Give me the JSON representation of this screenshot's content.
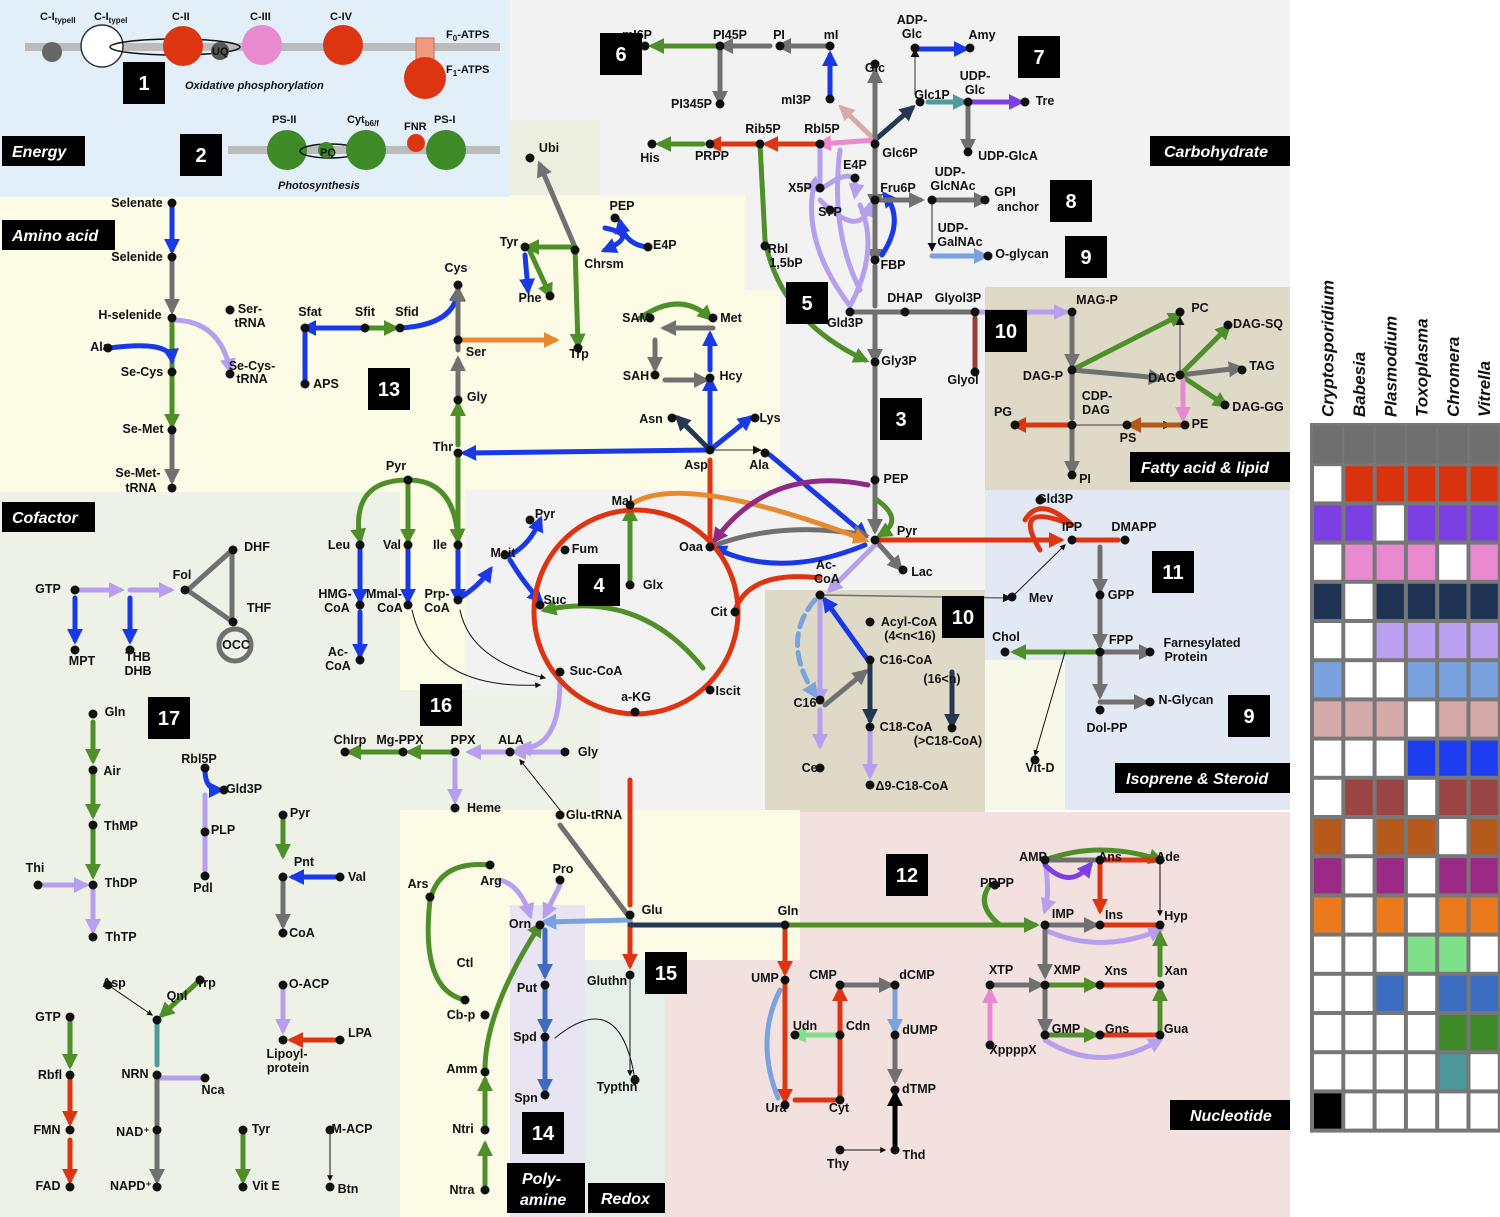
{
  "categories": {
    "energy": "Energy",
    "carbohydrate": "Carbohydrate",
    "amino_acid": "Amino acid",
    "fatty_acid_lipid": "Fatty acid & lipid",
    "cofactor": "Cofactor",
    "isoprene_steroid": "Isoprene & Steroid",
    "nucleotide": "Nucleotide",
    "polyamine_1": "Poly-",
    "polyamine_2": "amine",
    "redox": "Redox"
  },
  "energy": {
    "oxphos_title": "Oxidative phosphorylation",
    "photo_title": "Photosynthesis",
    "c1_typeII": "C-I",
    "c1_typeII_sub": "typeII",
    "c1_typeI": "C-I",
    "c1_typeI_sub": "typeI",
    "c2": "C-II",
    "c3": "C-III",
    "c4": "C-IV",
    "uq": "UQ",
    "f0": "F",
    "f0_sub": "0",
    "f0_suffix": "-ATPS",
    "f1": "F",
    "f1_sub": "1",
    "f1_suffix": "-ATPS",
    "ps2": "PS-II",
    "cyt": "Cyt",
    "cyt_sub": "b6/f",
    "pq": "PQ",
    "fnr": "FNR",
    "ps1": "PS-I"
  },
  "pathway_numbers": [
    "1",
    "2",
    "3",
    "4",
    "5",
    "6",
    "7",
    "8",
    "9",
    "9",
    "10",
    "10",
    "11",
    "12",
    "13",
    "14",
    "15",
    "16",
    "17"
  ],
  "metabolites": {
    "mI6P": "mI6P",
    "PI45P": "PI45P",
    "PI": "PI",
    "mI": "mI",
    "PI345P": "PI345P",
    "mI3P": "mI3P",
    "ADPGlc1": "ADP-",
    "ADPGlc2": "Glc",
    "Amy": "Amy",
    "Glc": "Glc",
    "Glc1P": "Glc1P",
    "UDPGlc1": "UDP-",
    "UDPGlc2": "Glc",
    "Tre": "Tre",
    "UDPGlcA": "UDP-GlcA",
    "His": "His",
    "PRPP": "PRPP",
    "Rib5P": "Rib5P",
    "Rbl5P": "Rbl5P",
    "Glc6P": "Glc6P",
    "E4P": "E4P",
    "X5P": "X5P",
    "Fru6P": "Fru6P",
    "S7P": "S7P",
    "UDPGlcNAc1": "UDP-",
    "UDPGlcNAc2": "GlcNAc",
    "GPI1": "GPI",
    "GPI2": "anchor",
    "UDPGalNAc1": "UDP-",
    "UDPGalNAc2": "GalNAc",
    "Oglycan": "O-glycan",
    "Rbl1": "Rbl",
    "Rbl2": "1,5bP",
    "FBP": "FBP",
    "DHAP": "DHAP",
    "Glyol3P": "Glyol3P",
    "Gld3P": "Gld3P",
    "Gly3P": "Gly3P",
    "Glyol": "Glyol",
    "MAGP": "MAG-P",
    "PC": "PC",
    "DAGSQ": "DAG-SQ",
    "DAGP": "DAG-P",
    "DAG": "DAG",
    "TAG": "TAG",
    "CDPDAG1": "CDP-",
    "CDPDAG2": "DAG",
    "PG": "PG",
    "PE": "PE",
    "DAGGG": "DAG-GG",
    "PS": "PS",
    "PIl": "PI",
    "Ubi": "Ubi",
    "PEP_s": "PEP",
    "E4P_s": "E4P",
    "Tyr": "Tyr",
    "Chrsm": "Chrsm",
    "Phe": "Phe",
    "Trp": "Trp",
    "Selenate": "Selenate",
    "Selenide": "Selenide",
    "Hselenide": "H-selenide",
    "SertRNA1": "Ser-",
    "SertRNA2": "tRNA",
    "Ala": "Ala",
    "SeCys": "Se-Cys",
    "SeCystRNA1": "Se-Cys-",
    "SeCystRNA2": "tRNA",
    "SeMet": "Se-Met",
    "SeMettRNA1": "Se-Met-",
    "SeMettRNA2": "tRNA",
    "Sfat": "Sfat",
    "Sfit": "Sfit",
    "Sfid": "Sfid",
    "Cys": "Cys",
    "APS": "APS",
    "Ser": "Ser",
    "Gly": "Gly",
    "Thr": "Thr",
    "SAM": "SAM",
    "Met": "Met",
    "SAH": "SAH",
    "Hcy": "Hcy",
    "Asn": "Asn",
    "Lys": "Lys",
    "Asp": "Asp",
    "Ala2": "Ala",
    "PEP": "PEP",
    "Pyr": "Pyr",
    "Lac": "Lac",
    "Pyr2": "Pyr",
    "Leu": "Leu",
    "Val": "Val",
    "Ile": "Ile",
    "HMGCoA1": "HMG-",
    "HMGCoA2": "CoA",
    "MmalCoA1": "Mmal-",
    "MmalCoA2": "CoA",
    "PrpCoA1": "Prp-",
    "PrpCoA2": "CoA",
    "AcCoAb1": "Ac-",
    "AcCoAb2": "CoA",
    "Pyr3": "Pyr",
    "Mcit": "Mcit",
    "Fum": "Fum",
    "Mal": "Mal",
    "Oaa": "Oaa",
    "Suc": "Suc",
    "Glx": "Glx",
    "Cit": "Cit",
    "SucCoA": "Suc-CoA",
    "aKG": "a-KG",
    "Iscit": "Iscit",
    "AcCoA1": "Ac-",
    "AcCoA2": "CoA",
    "Mev": "Mev",
    "AcylCoA1": "Acyl-CoA",
    "AcylCoA2": "(4<n<16)",
    "C16CoA": "C16-CoA",
    "C16n": "(16<n)",
    "C16": "C16",
    "C18CoA": "C18-CoA",
    "C18n": "(>C18-CoA)",
    "Cer": "Cer",
    "D9": "Δ9-C18-CoA",
    "Gld3P2": "Gld3P",
    "IPP": "IPP",
    "DMAPP": "DMAPP",
    "GPP": "GPP",
    "FPP": "FPP",
    "Chol": "Chol",
    "Farn1": "Farnesylated",
    "Farn2": "Protein",
    "NGlycan": "N-Glycan",
    "DolPP": "Dol-PP",
    "VitD": "Vit-D",
    "GTP": "GTP",
    "Fol": "Fol",
    "DHF": "DHF",
    "THF": "THF",
    "OCC": "OCC",
    "MPT": "MPT",
    "THB": "THB",
    "DHB": "DHB",
    "Chlrp": "Chlrp",
    "MgPPX": "Mg-PPX",
    "PPX": "PPX",
    "ALA": "ALA",
    "GlyA": "Gly",
    "Heme": "Heme",
    "GlutRNA": "Glu-tRNA",
    "Gln": "Gln",
    "Air": "Air",
    "ThMP": "ThMP",
    "Thi": "Thi",
    "ThDP": "ThDP",
    "ThTP": "ThTP",
    "Rbl5Pc": "Rbl5P",
    "Gld3Pc": "Gld3P",
    "PLP": "PLP",
    "Pdl": "Pdl",
    "PyrC": "Pyr",
    "Pnt": "Pnt",
    "ValC": "Val",
    "CoA": "CoA",
    "Asp2": "Asp",
    "Trp2": "Trp",
    "Qnl": "Qnl",
    "GTP2": "GTP",
    "Rbfl": "Rbfl",
    "NRN": "NRN",
    "Nca": "Nca",
    "FMN": "FMN",
    "NAD": "NAD⁺",
    "NAPD": "NAPD⁺",
    "FAD": "FAD",
    "OACP": "O-ACP",
    "LPA": "LPA",
    "Lipoyl1": "Lipoyl-",
    "Lipoyl2": "protein",
    "Tyr2": "Tyr",
    "VitE": "Vit E",
    "MACP": "M-ACP",
    "Btn": "Btn",
    "Ars": "Ars",
    "Arg": "Arg",
    "Pro": "Pro",
    "Orn": "Orn",
    "Glu": "Glu",
    "Gln2": "Gln",
    "Ctl": "Ctl",
    "Cbp": "Cb-p",
    "Amm": "Amm",
    "Ntri": "Ntri",
    "Ntra": "Ntra",
    "Put": "Put",
    "Spd": "Spd",
    "Spn": "Spn",
    "Gluthn": "Gluthn",
    "Typthn": "Typthn",
    "UMP": "UMP",
    "CMP": "CMP",
    "dCMP": "dCMP",
    "Udn": "Udn",
    "Cdn": "Cdn",
    "dUMP": "dUMP",
    "Ura": "Ura",
    "Cyt": "Cyt",
    "dTMP": "dTMP",
    "Thy": "Thy",
    "Thd": "Thd",
    "PRPP2": "PRPP",
    "AMP": "AMP",
    "Ans": "Ans",
    "Ade": "Ade",
    "IMP": "IMP",
    "Ins": "Ins",
    "Hyp": "Hyp",
    "XTP": "XTP",
    "XMP": "XMP",
    "Xns": "Xns",
    "Xan": "Xan",
    "GMP": "GMP",
    "Gns": "Gns",
    "Gua": "Gua",
    "XppppX": "XppppX"
  },
  "legend": {
    "organisms": [
      "Cryptosporidium",
      "Babesia",
      "Plasmodium",
      "Toxoplasma",
      "Chromera",
      "Vitrella"
    ],
    "rows": [
      {
        "color": "#d9320f",
        "present": [
          false,
          true,
          true,
          true,
          true,
          true
        ]
      },
      {
        "color": "#7b3fe4",
        "present": [
          true,
          true,
          false,
          true,
          true,
          true
        ]
      },
      {
        "color": "#e98ad0",
        "present": [
          false,
          true,
          true,
          true,
          false,
          true
        ]
      },
      {
        "color": "#1f3354",
        "present": [
          true,
          false,
          true,
          true,
          true,
          true
        ]
      },
      {
        "color": "#bba0f1",
        "present": [
          false,
          false,
          true,
          true,
          true,
          true
        ]
      },
      {
        "color": "#7aa2de",
        "present": [
          true,
          false,
          false,
          true,
          true,
          true
        ]
      },
      {
        "color": "#d7aaaa",
        "present": [
          true,
          true,
          true,
          false,
          true,
          true
        ]
      },
      {
        "color": "#1d3ef0",
        "present": [
          false,
          false,
          false,
          true,
          true,
          true
        ]
      },
      {
        "color": "#9a4444",
        "present": [
          false,
          true,
          true,
          false,
          true,
          true
        ]
      },
      {
        "color": "#b55a1a",
        "present": [
          true,
          false,
          true,
          true,
          false,
          true
        ]
      },
      {
        "color": "#9b2a86",
        "present": [
          true,
          false,
          true,
          false,
          true,
          true
        ]
      },
      {
        "color": "#ea7a1c",
        "present": [
          true,
          false,
          true,
          false,
          true,
          true
        ]
      },
      {
        "color": "#7fe08a",
        "present": [
          false,
          false,
          false,
          true,
          true,
          false
        ]
      },
      {
        "color": "#3a6cc0",
        "present": [
          false,
          false,
          true,
          false,
          true,
          true
        ]
      },
      {
        "color": "#3e8a27",
        "present": [
          false,
          false,
          false,
          false,
          true,
          true
        ]
      },
      {
        "color": "#4c9797",
        "present": [
          false,
          false,
          false,
          false,
          true,
          false
        ]
      },
      {
        "color": "#000000",
        "present": [
          true,
          false,
          false,
          false,
          false,
          false
        ]
      }
    ]
  },
  "colors": {
    "green": "#4e8f2a",
    "gray": "#707070",
    "blue": "#1a39e6",
    "red": "#dd3512",
    "lav": "#b6a0ee",
    "pink": "#e98ad0",
    "navy": "#263754",
    "orange": "#e8892d",
    "purple": "#7c3fe0",
    "teal": "#4f9b9b",
    "salmon": "#d8aaa7",
    "steel": "#7aa2de",
    "brown": "#b3581b",
    "maroon": "#9b3a3a",
    "plum": "#8e2a83",
    "lgreen": "#7fe08a",
    "mblue": "#3f6bbf"
  }
}
